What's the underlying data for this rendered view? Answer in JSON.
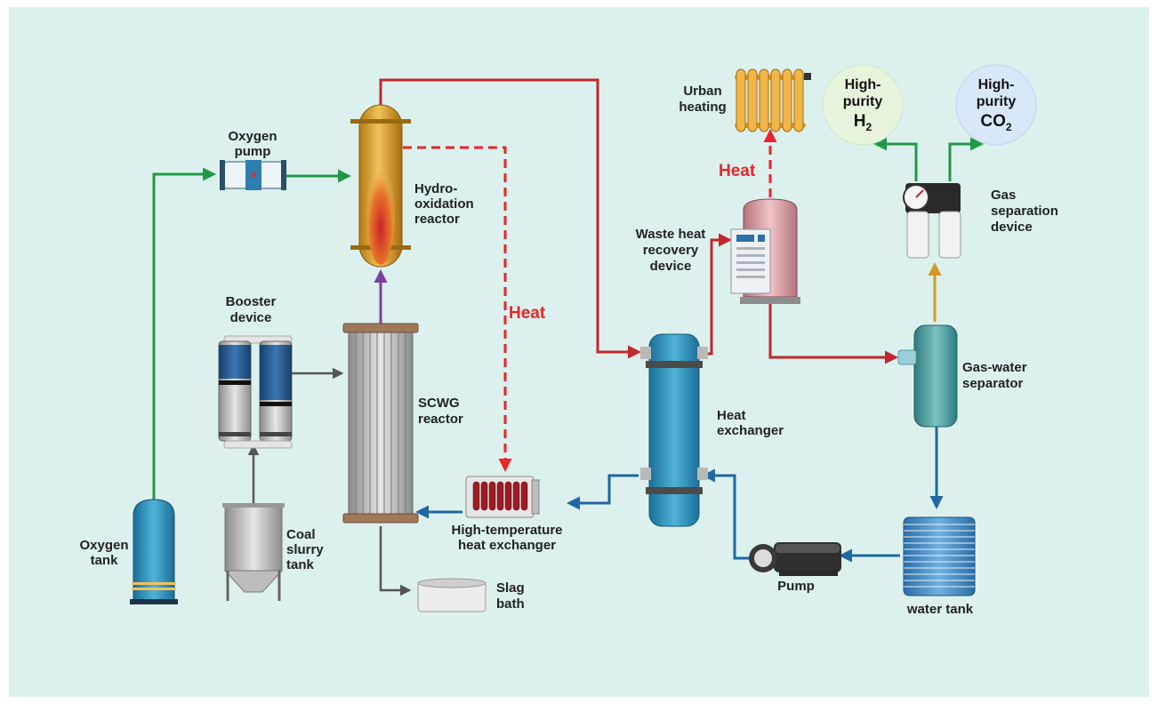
{
  "labels": {
    "oxygen_pump_1": "Oxygen",
    "oxygen_pump_2": "pump",
    "hydro_1": "Hydro-",
    "hydro_2": "oxidation",
    "hydro_3": "reactor",
    "booster_1": "Booster",
    "booster_2": "device",
    "scwg_1": "SCWG",
    "scwg_2": "reactor",
    "oxygen_tank_1": "Oxygen",
    "oxygen_tank_2": "tank",
    "coal_1": "Coal",
    "coal_2": "slurry",
    "coal_3": "tank",
    "hthx_1": "High-temperature",
    "hthx_2": "heat exchanger",
    "slag_1": "Slag",
    "slag_2": "bath",
    "hx_1": "Heat",
    "hx_2": "exchanger",
    "pump": "Pump",
    "water_tank": "water tank",
    "gws_1": "Gas-water",
    "gws_2": "separator",
    "gsd_1": "Gas",
    "gsd_2": "separation",
    "gsd_3": "device",
    "whr_1": "Waste heat",
    "whr_2": "recovery",
    "whr_3": "device",
    "urban_1": "Urban",
    "urban_2": "heating",
    "heat_left": "Heat",
    "heat_right": "Heat",
    "h2_1": "High-",
    "h2_2": "purity",
    "h2_sym": "H",
    "h2_sub": "2",
    "co2_1": "High-",
    "co2_2": "purity",
    "co2_sym": "CO",
    "co2_sub": "2"
  },
  "colors": {
    "background": "#dcf1ee",
    "oxygen_line": "#1f9a49",
    "hot_line": "#c1272d",
    "water_line": "#2266a3",
    "gas_line": "#d49a2a",
    "slurry_line": "#555555",
    "feed_line": "#7d3fa6",
    "heat_text": "#e8262b"
  }
}
